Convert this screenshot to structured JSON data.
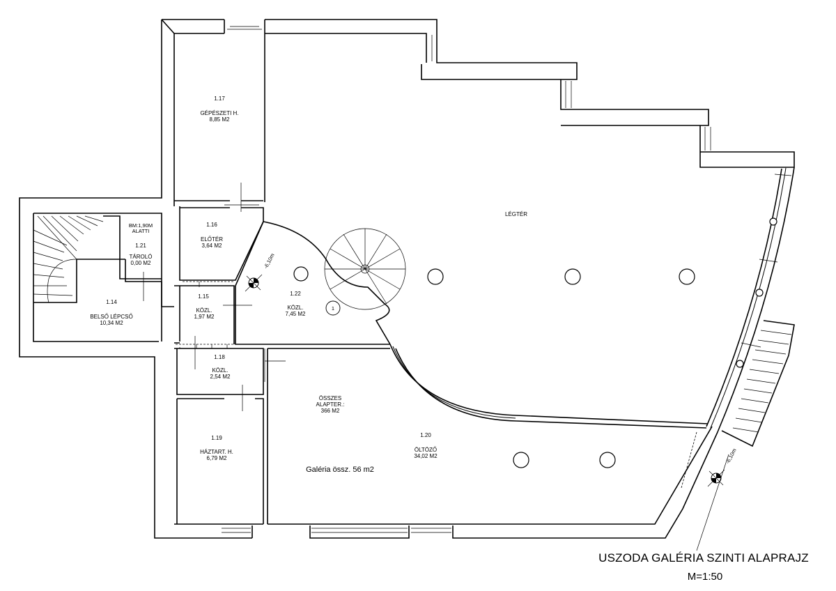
{
  "drawing": {
    "title": "USZODA GALÉRIA SZINTI ALAPRAJZ",
    "scale": "M=1:50",
    "gallery_note": "Galéria össz. 56 m2"
  },
  "rooms": [
    {
      "id": "1.17",
      "name": "GÉPÉSZETI H.",
      "area": "8,85 M2"
    },
    {
      "id": "1.16",
      "name": "ELŐTÉR",
      "area": "3,64 M2"
    },
    {
      "id": "1.21",
      "header": "BM:1,90M ALATTI",
      "name": "TÁROLÓ",
      "area": "0,00 M2"
    },
    {
      "id": "1.14",
      "name": "BELSŐ LÉPCSŐ",
      "area": "10,34 M2"
    },
    {
      "id": "1.15",
      "name": "KÖZL.",
      "area": "1,97 M2"
    },
    {
      "id": "1.22",
      "name": "KÖZL.",
      "area": "7,45 M2"
    },
    {
      "id": "1.18",
      "name": "KÖZL.",
      "area": "2,54 M2"
    },
    {
      "id": "1.19",
      "name": "HÁZTART. H.",
      "area": "6,79 M2"
    },
    {
      "id": "1.20",
      "name": "ÖLTÖZŐ",
      "area": "34,02 M2"
    }
  ],
  "legter": "LÉGTÉR",
  "total_area": {
    "line1": "ÖSSZES",
    "line2": "ALAPTER.:",
    "value": "366 M2"
  },
  "levels": {
    "left": "-6,10m",
    "right": "-6,10m"
  },
  "tags": {
    "circle_marker": "1"
  }
}
